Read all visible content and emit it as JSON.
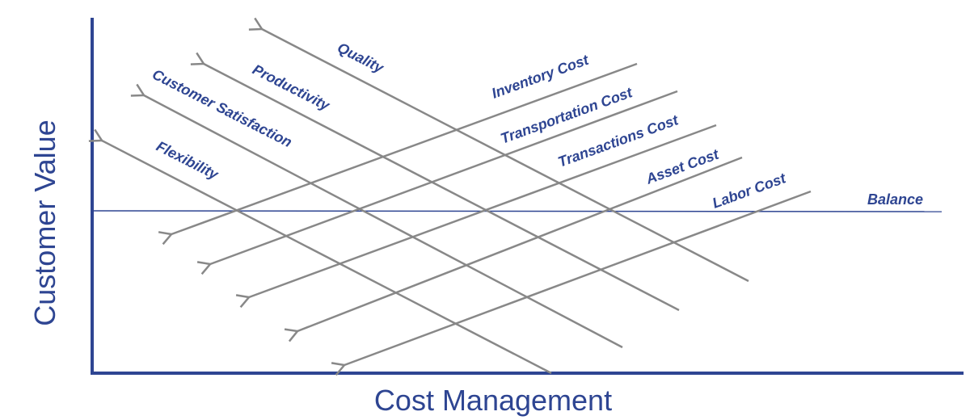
{
  "diagram": {
    "axes": {
      "x_label": "Cost Management",
      "y_label": "Customer Value",
      "color": "#2e4592"
    },
    "balance": {
      "label": "Balance",
      "color": "#2e4592"
    },
    "arrow_color": "#888888",
    "value_vectors": [
      {
        "label": "Quality"
      },
      {
        "label": "Productivity"
      },
      {
        "label": "Customer Satisfaction"
      },
      {
        "label": "Flexibility"
      }
    ],
    "cost_vectors": [
      {
        "label": "Inventory Cost"
      },
      {
        "label": "Transportation Cost"
      },
      {
        "label": "Transactions Cost"
      },
      {
        "label": "Asset Cost"
      },
      {
        "label": "Labor Cost"
      }
    ]
  }
}
